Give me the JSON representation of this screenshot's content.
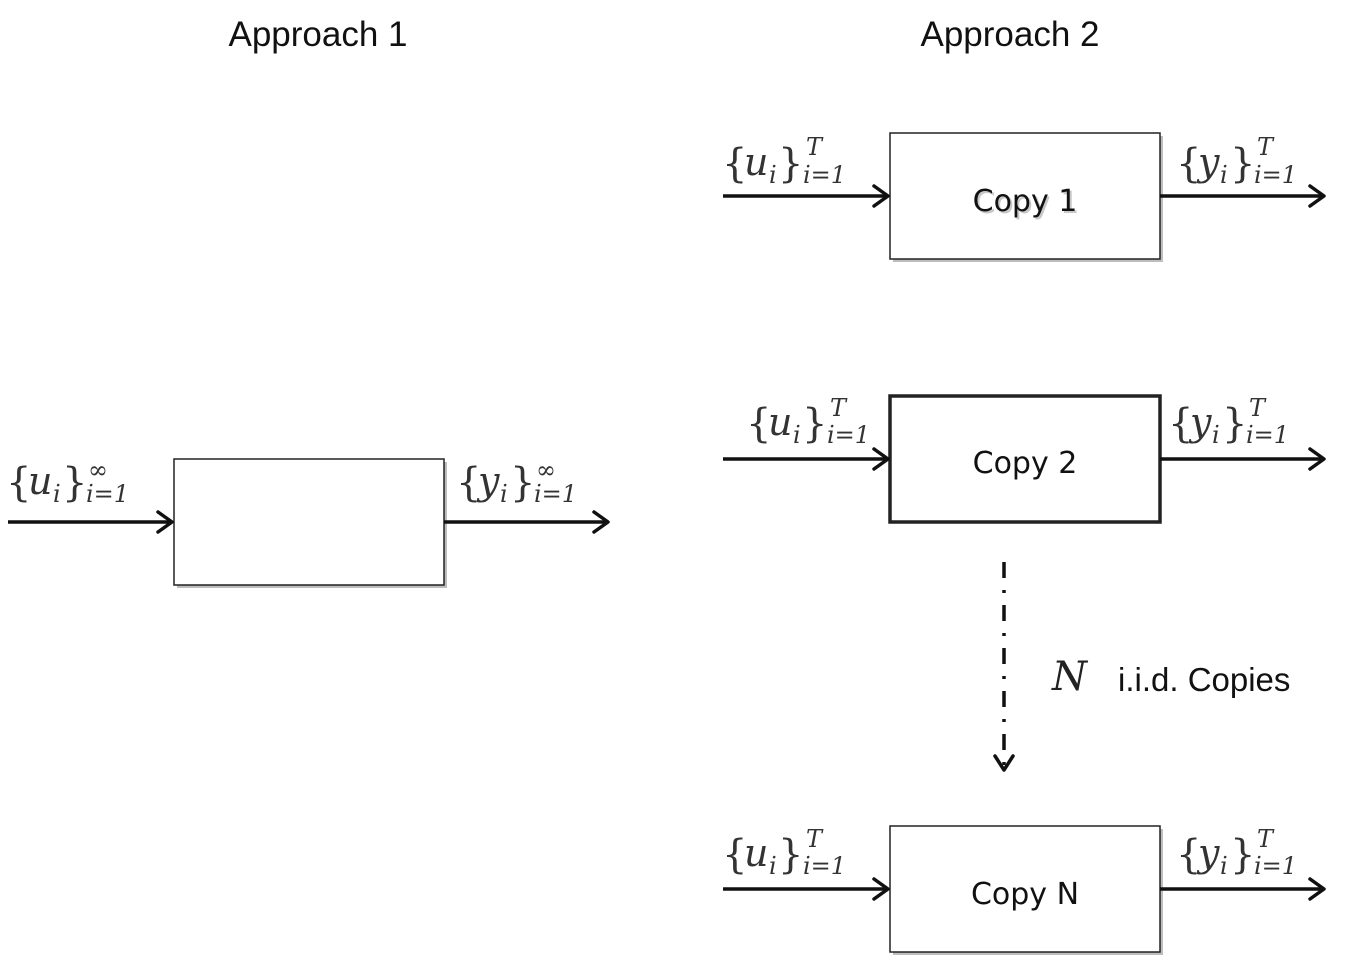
{
  "titles": {
    "approach1": "Approach 1",
    "approach2": "Approach 2"
  },
  "math": {
    "u": "u",
    "y": "y",
    "i": "i",
    "lbrace": "{",
    "rbrace": "}",
    "range_inf": "i=1",
    "sup_inf": "∞",
    "range_T": "i=1",
    "sup_T": "T"
  },
  "boxes": {
    "copy1": "Copy 1",
    "copy2": "Copy 2",
    "copyN": "Copy N"
  },
  "annotation": {
    "n": "N",
    "text": "i.i.d. Copies"
  }
}
